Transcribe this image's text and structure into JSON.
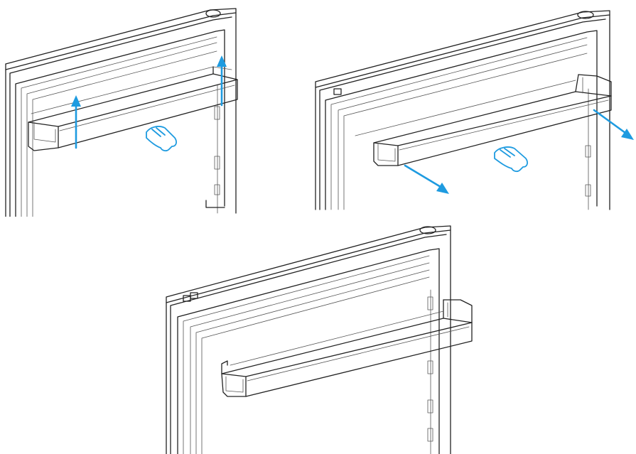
{
  "diagram": {
    "panels": [
      {
        "id": "step-1",
        "action": "lift-up"
      },
      {
        "id": "step-2",
        "action": "pull-out"
      },
      {
        "id": "step-3",
        "action": "removed"
      }
    ]
  },
  "colors": {
    "accent": "#1e9be0",
    "line": "#222222",
    "background": "#ffffff"
  },
  "icons": {
    "hand": "hand-icon",
    "arrow": "arrow-icon"
  }
}
